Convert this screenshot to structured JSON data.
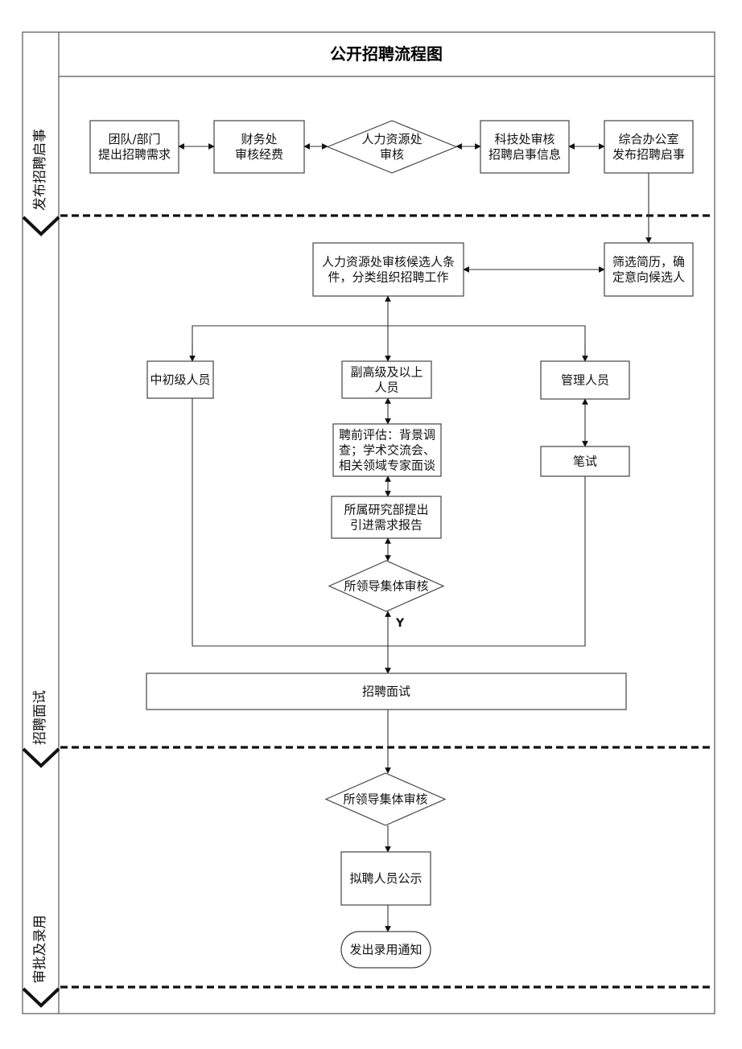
{
  "title": "公开招聘流程图",
  "lanes": [
    {
      "id": "publish",
      "label": "发布招聘启事"
    },
    {
      "id": "interview",
      "label": "招聘面试"
    },
    {
      "id": "approve",
      "label": "审批及录用"
    }
  ],
  "nodes": {
    "team_dept": {
      "shape": "rect",
      "lines": [
        "团队/部门",
        "提出招聘需求"
      ]
    },
    "finance": {
      "shape": "rect",
      "lines": [
        "财务处",
        "审核经费"
      ]
    },
    "hr_review": {
      "shape": "diamond",
      "lines": [
        "人力资源处",
        "审核"
      ]
    },
    "tech_office": {
      "shape": "rect",
      "lines": [
        "科技处审核",
        "招聘启事信息"
      ]
    },
    "general_office": {
      "shape": "rect",
      "lines": [
        "综合办公室",
        "发布招聘启事"
      ]
    },
    "screen_resume": {
      "shape": "rect",
      "lines": [
        "筛选简历，确",
        "定意向候选人"
      ]
    },
    "hr_candidate": {
      "shape": "rect",
      "lines": [
        "人力资源处审核候选人条",
        "件，分类组织招聘工作"
      ]
    },
    "junior_staff": {
      "shape": "rect",
      "lines": [
        "中初级人员"
      ]
    },
    "senior_staff": {
      "shape": "rect",
      "lines": [
        "副高级及以上",
        "人员"
      ]
    },
    "management_staff": {
      "shape": "rect",
      "lines": [
        "管理人员"
      ]
    },
    "pre_assessment": {
      "shape": "rect",
      "lines": [
        "聘前评估：背景调",
        "查；学术交流会、",
        "相关领域专家面谈"
      ]
    },
    "dept_report": {
      "shape": "rect",
      "lines": [
        "所属研究部提出",
        "引进需求报告"
      ]
    },
    "written_test": {
      "shape": "rect",
      "lines": [
        "笔试"
      ]
    },
    "leader_review_1": {
      "shape": "diamond",
      "lines": [
        "所领导集体审核"
      ]
    },
    "interview": {
      "shape": "rect",
      "lines": [
        "招聘面试"
      ]
    },
    "leader_review_2": {
      "shape": "diamond",
      "lines": [
        "所领导集体审核"
      ]
    },
    "publicity": {
      "shape": "rect",
      "lines": [
        "拟聘人员公示"
      ]
    },
    "offer_notice": {
      "shape": "terminal",
      "lines": [
        "发出录用通知"
      ]
    }
  },
  "edge_labels": {
    "yes": "Y"
  },
  "edges": [
    {
      "from": "team_dept",
      "to": "finance",
      "dir": "both"
    },
    {
      "from": "finance",
      "to": "hr_review",
      "dir": "both"
    },
    {
      "from": "hr_review",
      "to": "tech_office",
      "dir": "both"
    },
    {
      "from": "tech_office",
      "to": "general_office",
      "dir": "both"
    },
    {
      "from": "general_office",
      "to": "screen_resume",
      "dir": "forward"
    },
    {
      "from": "hr_candidate",
      "to": "screen_resume",
      "dir": "both"
    },
    {
      "from": "hr_candidate",
      "to": "junior_staff",
      "dir": "forward"
    },
    {
      "from": "hr_candidate",
      "to": "senior_staff",
      "dir": "both"
    },
    {
      "from": "hr_candidate",
      "to": "management_staff",
      "dir": "forward"
    },
    {
      "from": "senior_staff",
      "to": "pre_assessment",
      "dir": "both"
    },
    {
      "from": "pre_assessment",
      "to": "dept_report",
      "dir": "both"
    },
    {
      "from": "dept_report",
      "to": "leader_review_1",
      "dir": "both"
    },
    {
      "from": "management_staff",
      "to": "written_test",
      "dir": "both"
    },
    {
      "from": "leader_review_1",
      "to": "interview",
      "dir": "both",
      "label": "Y"
    },
    {
      "from": "junior_staff",
      "to": "interview",
      "dir": "merge"
    },
    {
      "from": "written_test",
      "to": "interview",
      "dir": "merge"
    },
    {
      "from": "interview",
      "to": "leader_review_2",
      "dir": "forward"
    },
    {
      "from": "leader_review_2",
      "to": "publicity",
      "dir": "forward"
    },
    {
      "from": "publicity",
      "to": "offer_notice",
      "dir": "forward"
    }
  ]
}
